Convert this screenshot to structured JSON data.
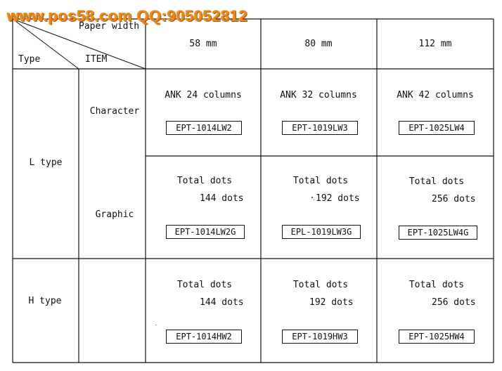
{
  "watermark": "www.pos58.com QQ:905052812",
  "header": {
    "paper_width": "Paper width",
    "item": "ITEM",
    "type": "Type",
    "widths": [
      "58 mm",
      "80 mm",
      "112 mm"
    ]
  },
  "rows": {
    "l_type": "L type",
    "h_type": "H type",
    "character": "Character",
    "graphic": "Graphic"
  },
  "character": [
    {
      "columns": "ANK  24 columns",
      "model": "EPT-1014LW2"
    },
    {
      "columns": "ANK  32 columns",
      "model": "EPT-1019LW3"
    },
    {
      "columns": "ANK  42 columns",
      "model": "EPT-1025LW4"
    }
  ],
  "graphic": [
    {
      "total": "Total dots",
      "dots": "144 dots",
      "model": "EPT-1014LW2G"
    },
    {
      "total": "Total dots",
      "dots": "192 dots",
      "model": "EPL-1019LW3G"
    },
    {
      "total": "Total dots",
      "dots": "256 dots",
      "model": "EPT-1025LW4G"
    }
  ],
  "h_type_cells": [
    {
      "total": "Total dots",
      "dots": "144 dots",
      "model": "EPT-1014HW2"
    },
    {
      "total": "Total dots",
      "dots": "192 dots",
      "model": "EPT-1019HW3"
    },
    {
      "total": "Total dots",
      "dots": "256 dots",
      "model": "EPT-1025HW4"
    }
  ]
}
